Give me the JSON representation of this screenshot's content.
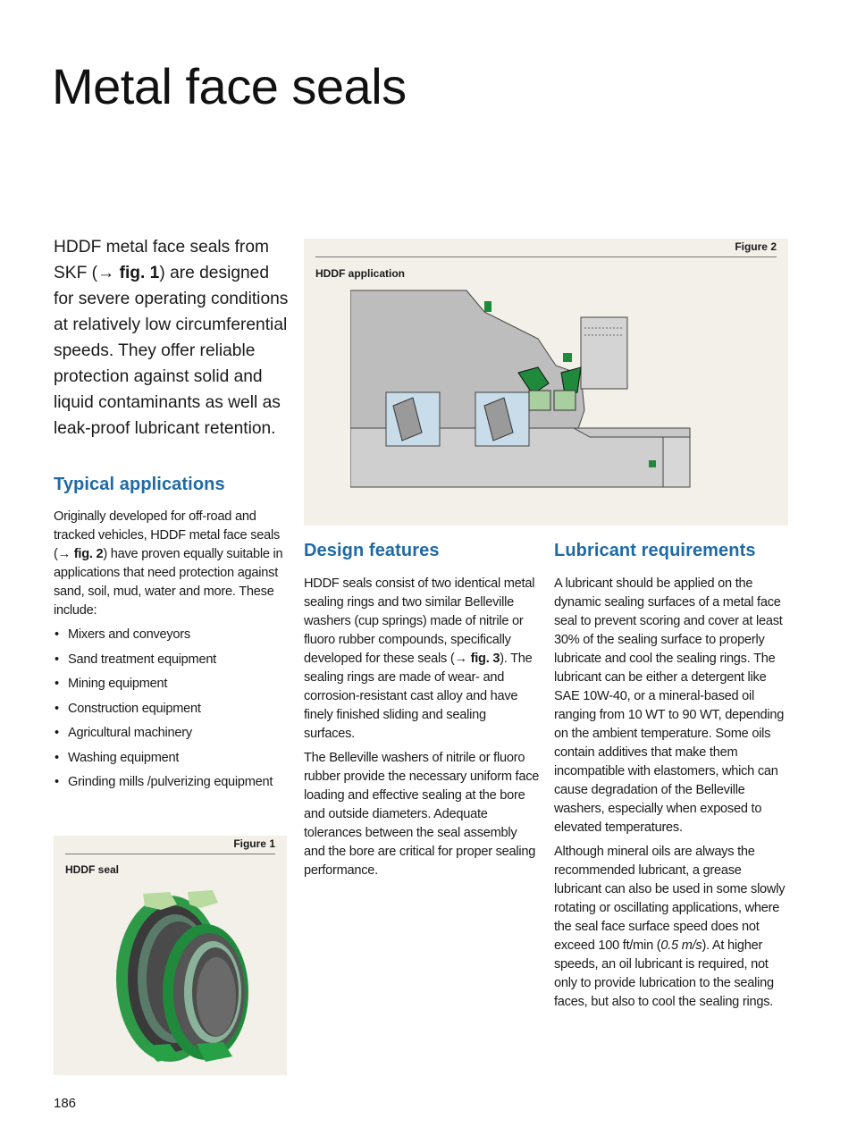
{
  "page": {
    "title": "Metal face seals",
    "page_number": "186"
  },
  "intro": {
    "before_ref": "HDDF metal face seals from SKF (",
    "arrow": "→",
    "ref": " fig. 1",
    "after_ref": ") are designed for severe operating conditions at relatively low circumferential speeds. They offer reliable protection against solid and liquid contaminants as well as leak-proof lubricant retention."
  },
  "typical_applications": {
    "heading": "Typical applications",
    "para_before_ref": "Originally developed for off-road and tracked vehicles, HDDF metal face seals (",
    "arrow": "→",
    "ref": " fig. 2",
    "para_after_ref": ") have proven equally suitable in applications that need protection against sand, soil, mud, water and more. These include:",
    "items": [
      "Mixers and conveyors",
      "Sand treatment equipment",
      "Mining equipment",
      "Construction equipment",
      "Agricultural machinery",
      "Washing equipment",
      "Grinding mills /pulverizing equipment"
    ]
  },
  "figure1": {
    "number": "Figure 1",
    "caption": "HDDF seal"
  },
  "figure2": {
    "number": "Figure 2",
    "caption": "HDDF application"
  },
  "design_features": {
    "heading": "Design features",
    "p1_before_ref": "HDDF seals consist of two identical metal sealing rings and two similar Belleville washers (cup springs) made of nitrile or fluoro rubber compounds, specifically developed for these seals (",
    "arrow": "→",
    "ref": " fig. 3",
    "p1_after_ref": "). The sealing rings are made of wear- and corrosion-resistant cast alloy and have finely finished sliding and sealing surfaces.",
    "p2": "The Belleville washers of nitrile or fluoro rubber provide the necessary uniform face loading and effective sealing at the bore and outside diameters. Adequate tolerances between the seal assembly and the bore are critical for proper sealing performance."
  },
  "lubricant": {
    "heading": "Lubricant requirements",
    "p1": "A lubricant should be applied on the dynamic sealing surfaces of a metal face seal to prevent scoring and cover at least 30% of the sealing surface to properly lubricate and cool the sealing rings. The lubricant can be either a detergent like SAE 10W-40, or a mineral-based oil ranging from 10 WT to 90 WT, depending on the ambient temperature. Some oils contain additives that make them incompatible with elastomers, which can cause degradation of the Belleville washers, especially when exposed to elevated temperatures.",
    "p2_before_speed": "Although mineral oils are always the recommended lubricant, a grease lubricant can also be used in some slowly rotating or oscillating applications, where the seal face surface speed does not exceed 100 ft/min (",
    "speed_metric": "0.5 m/s",
    "p2_after_speed": "). At higher speeds, an oil lubricant is required, not only to provide lubrication to the sealing faces, but also to cool the sealing rings."
  },
  "colors": {
    "heading_blue": "#1f6aa5",
    "figure_bg": "#f2f0e8",
    "seal_green": "#1f8a3c",
    "housing_grey": "#bcbcbc",
    "bearing_blue": "#c9dcea"
  }
}
